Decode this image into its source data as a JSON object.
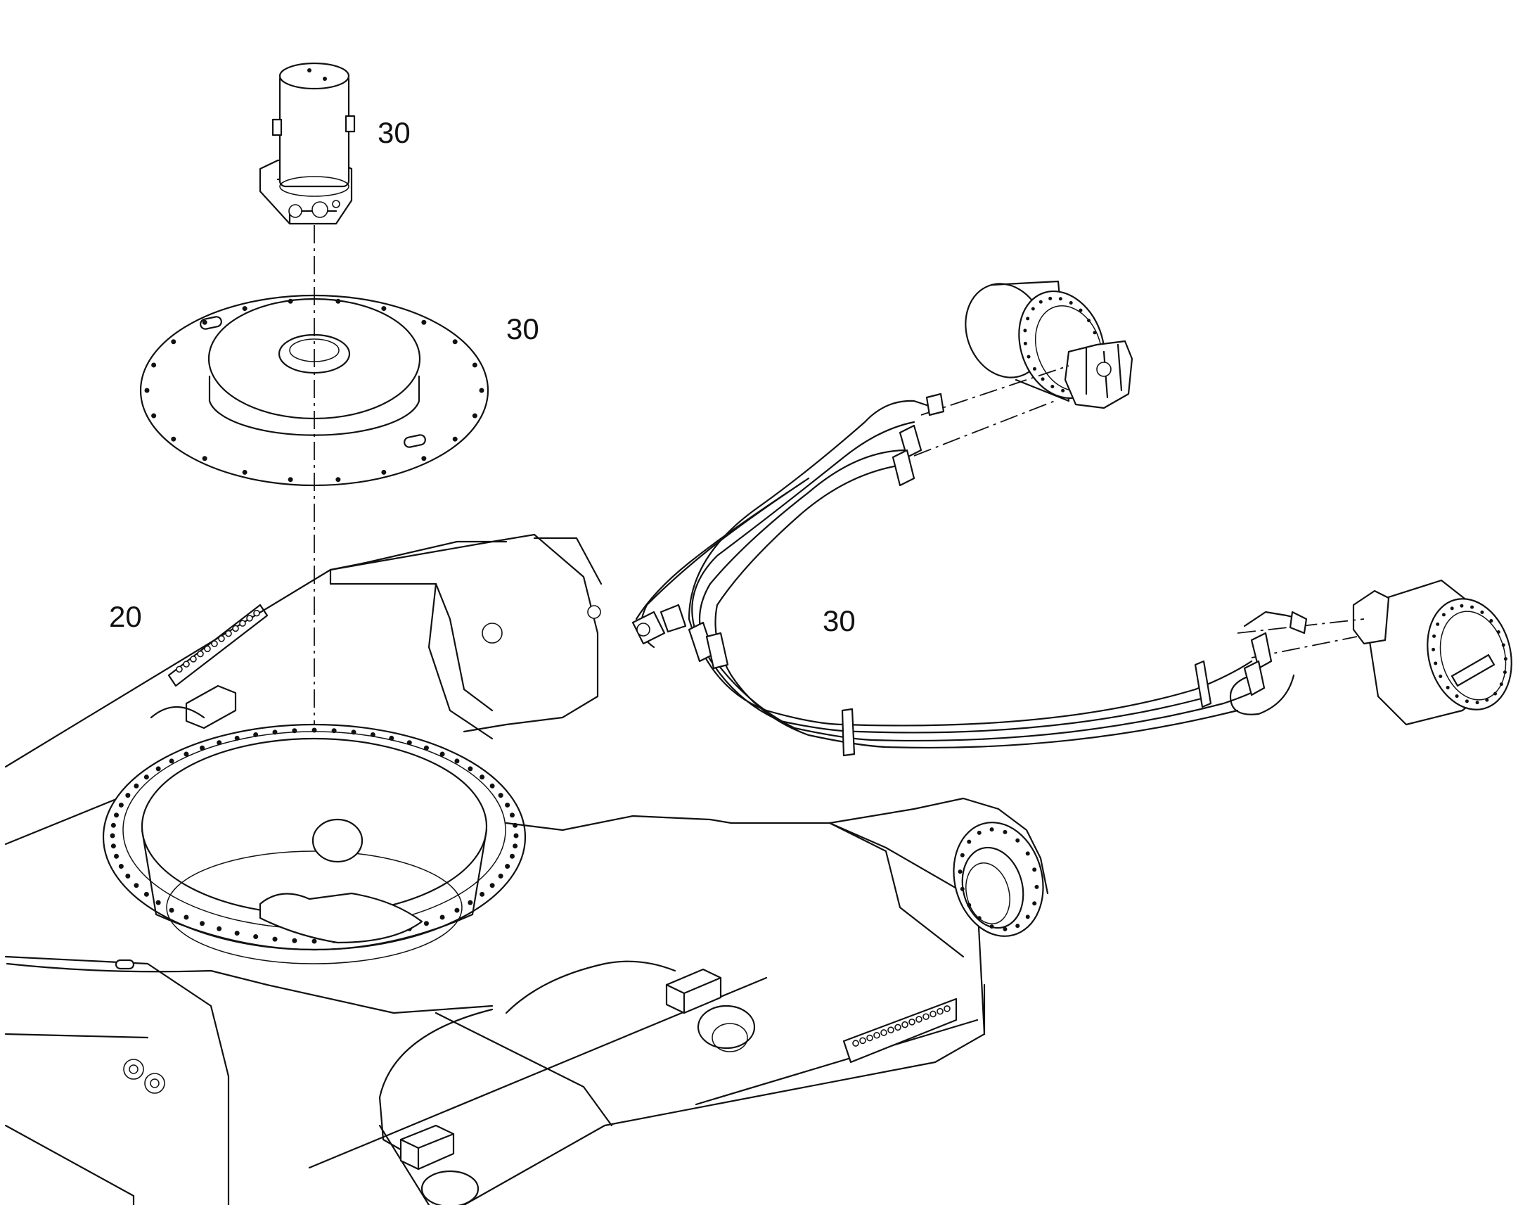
{
  "callouts": [
    {
      "label": "30",
      "part": "rotary-joint"
    },
    {
      "label": "30",
      "part": "cover-plate"
    },
    {
      "label": "30",
      "part": "travel-drive-hose-assembly"
    },
    {
      "label": "20",
      "part": "undercarriage-frame"
    }
  ],
  "colors": {
    "line": "#111111",
    "background": "#ffffff"
  }
}
